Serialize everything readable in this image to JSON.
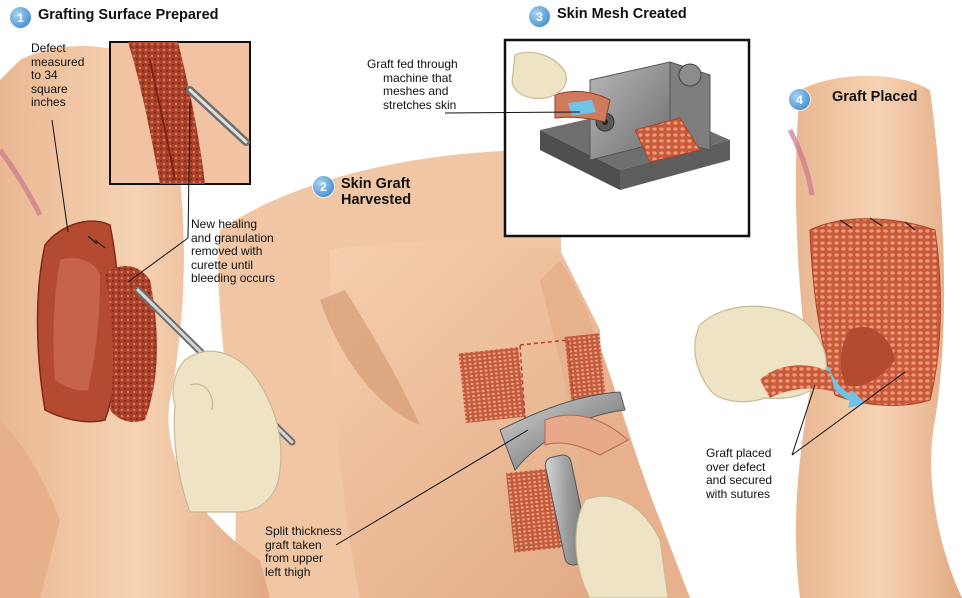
{
  "colors": {
    "badge": "#4f97d4",
    "skin": "#f1c9a5",
    "wound": "#9a3a22",
    "graft_mesh": "#d06b4b",
    "machine": "#8f8f8f",
    "glove": "#efe3c6",
    "arrow": "#6fc3e6"
  },
  "steps": [
    {
      "number": "1",
      "title_lines": [
        "Grafting Surface Prepared"
      ]
    },
    {
      "number": "2",
      "title_lines": [
        "Skin Graft",
        "Harvested"
      ]
    },
    {
      "number": "3",
      "title_lines": [
        "Skin Mesh Created"
      ]
    },
    {
      "number": "4",
      "title_lines": [
        "Graft Placed"
      ]
    }
  ],
  "labels": {
    "defect": [
      "Defect",
      "measured",
      "to 34",
      "square",
      "inches"
    ],
    "healing": [
      "New healing",
      "and granulation",
      "removed with",
      "curette until",
      "bleeding occurs"
    ],
    "machine": [
      "Graft fed through",
      "machine that",
      "meshes and",
      "stretches skin"
    ],
    "split": [
      "Split thickness",
      "graft taken",
      "from upper",
      "left thigh"
    ],
    "placed": [
      "Graft placed",
      "over defect",
      "and secured",
      "with sutures"
    ]
  },
  "icons": [
    "curette-icon",
    "dermatome-icon",
    "mesh-machine-icon",
    "gloved-hand-icon",
    "arrow-icon"
  ]
}
